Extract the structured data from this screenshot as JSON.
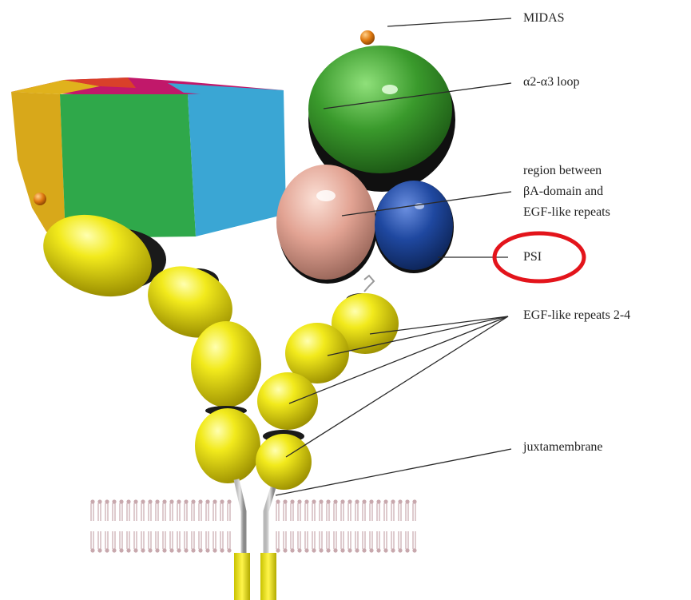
{
  "labels": {
    "midas": "MIDAS",
    "loop": "α2-α3 loop",
    "region_line1": "region between",
    "region_line2": "βA-domain and",
    "region_line3": "EGF-like repeats",
    "psi": "PSI",
    "egf": "EGF-like repeats 2-4",
    "juxta": "juxtamembrane"
  },
  "colors": {
    "propeller_green": "#2fa84a",
    "propeller_cyan": "#3aa6d4",
    "propeller_yellow": "#e0b21c",
    "propeller_magenta": "#c1186a",
    "propeller_red": "#d9402a",
    "betaA_green": "#3a9a2c",
    "hybrid_pink": "#e2a393",
    "psi_blue": "#1f48a0",
    "egf_yellow": "#f2ea1c",
    "metal_orange": "#e07a10",
    "highlight_circle": "#e3141b",
    "membrane_lipid": "#c8a8ad",
    "tm_gray": "#9a9a9a"
  },
  "highlight": {
    "target": "PSI",
    "shape": "ellipse-outline"
  }
}
